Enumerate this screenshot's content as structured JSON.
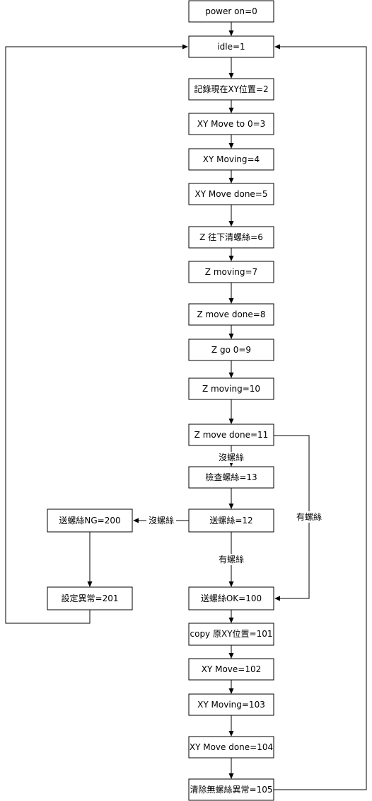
{
  "diagram": {
    "nodes": {
      "power_on": "power on=0",
      "idle": "idle=1",
      "record_xy": "記錄現在XY位置=2",
      "xy_move_to_0": "XY Move to  0=3",
      "xy_moving_4": "XY Moving=4",
      "xy_move_done_5": "XY Move done=5",
      "z_down_clear": "Z 往下清螺絲=6",
      "z_moving_7": "Z moving=7",
      "z_move_done_8": "Z move done=8",
      "z_go_0": "Z go 0=9",
      "z_moving_10": "Z moving=10",
      "z_move_done_11": "Z move done=11",
      "check_screw": "檢查螺絲=13",
      "feed_screw": "送螺絲=12",
      "feed_screw_ng": "送螺絲NG=200",
      "set_error": "設定異常=201",
      "feed_screw_ok": "送螺絲OK=100",
      "copy_xy": "copy 原XY位置=101",
      "xy_move_102": "XY Move=102",
      "xy_moving_103": "XY Moving=103",
      "xy_move_done_104": "XY Move done=104",
      "clear_no_screw": "清除無螺絲異常=105"
    },
    "edge_labels": {
      "no_screw_to_check": "沒螺絲",
      "no_screw_to_ng": "沒螺絲",
      "has_screw_to_ok": "有螺絲",
      "has_screw_bypass": "有螺絲"
    }
  }
}
